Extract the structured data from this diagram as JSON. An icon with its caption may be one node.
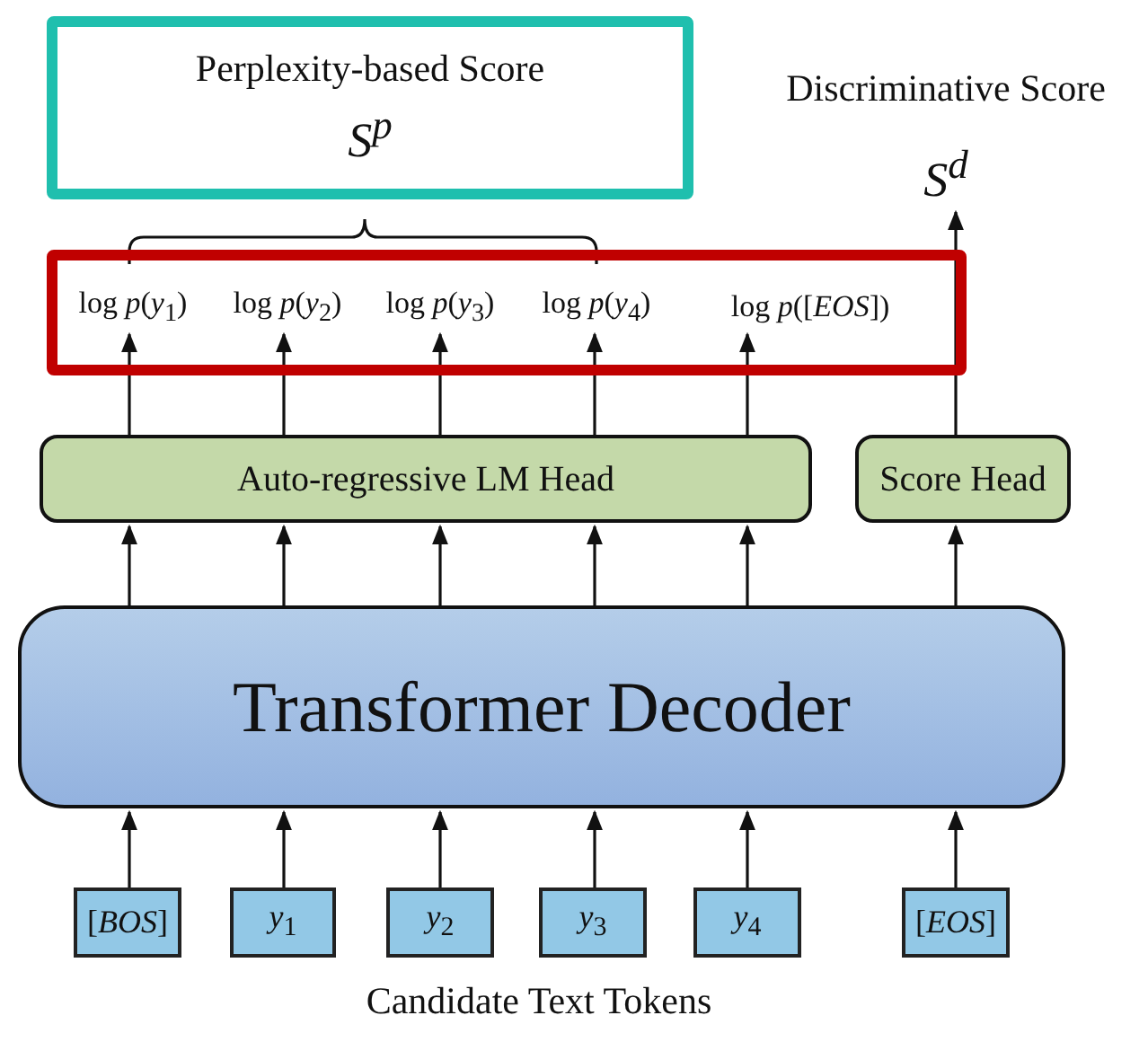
{
  "diagram": {
    "nodes": [
      {
        "text": [
          "Perplexity-based Score",
          "S$^{p}$"
        ]
      },
      {
        "text": [],
        "shape": "box"
      },
      {
        "text": [
          "log *p*(*y*$_{1}$)"
        ],
        "in": 1
      },
      {
        "text": [
          "log *p*(*y*$_{2}$)"
        ],
        "in": 1
      },
      {
        "text": [
          "log *p*(*y*$_{3}$)"
        ],
        "in": 1
      },
      {
        "text": [
          "log *p*(*y*$_{4}$)"
        ],
        "in": 1
      },
      {
        "text": [
          "log *p*([*EOS*])"
        ],
        "in": 1
      },
      {
        "text": [
          "Discriminative Score",
          "S$^{d}$"
        ]
      },
      {
        "text": [
          "Auto-regressive LM Head"
        ]
      },
      {
        "text": [
          "Score Head"
        ]
      },
      {
        "text": [
          "Transformer Decoder"
        ]
      },
      {
        "text": [
          "[*BOS*]"
        ]
      },
      {
        "text": [
          "*y*$_{1}$"
        ]
      },
      {
        "text": [
          "*y*$_{2}$"
        ]
      },
      {
        "text": [
          "*y*$_{3}$"
        ]
      },
      {
        "text": [
          "*y*$_{4}$"
        ]
      },
      {
        "text": [
          "[*EOS*]"
        ]
      }
    ],
    "edges": [
      {
        "from": 11,
        "to": 10,
        "arrow": "to"
      },
      {
        "from": 12,
        "to": 10,
        "arrow": "to"
      },
      {
        "from": 13,
        "to": 10,
        "arrow": "to"
      },
      {
        "from": 14,
        "to": 10,
        "arrow": "to"
      },
      {
        "from": 15,
        "to": 10,
        "arrow": "to"
      },
      {
        "from": 16,
        "to": 10,
        "arrow": "to"
      },
      {
        "from": 10,
        "to": 8,
        "arrow": "to"
      },
      {
        "from": 10,
        "to": 8,
        "arrow": "to"
      },
      {
        "from": 10,
        "to": 8,
        "arrow": "to"
      },
      {
        "from": 10,
        "to": 8,
        "arrow": "to"
      },
      {
        "from": 10,
        "to": 8,
        "arrow": "to"
      },
      {
        "from": 10,
        "to": 9,
        "arrow": "to"
      },
      {
        "from": 8,
        "to": 2,
        "arrow": "to"
      },
      {
        "from": 8,
        "to": 3,
        "arrow": "to"
      },
      {
        "from": 8,
        "to": 4,
        "arrow": "to"
      },
      {
        "from": 8,
        "to": 5,
        "arrow": "to"
      },
      {
        "from": 8,
        "to": 6,
        "arrow": "to"
      },
      {
        "from": 9,
        "to": 7,
        "arrow": "to"
      }
    ],
    "labels": [
      "Candidate Text Tokens"
    ]
  }
}
